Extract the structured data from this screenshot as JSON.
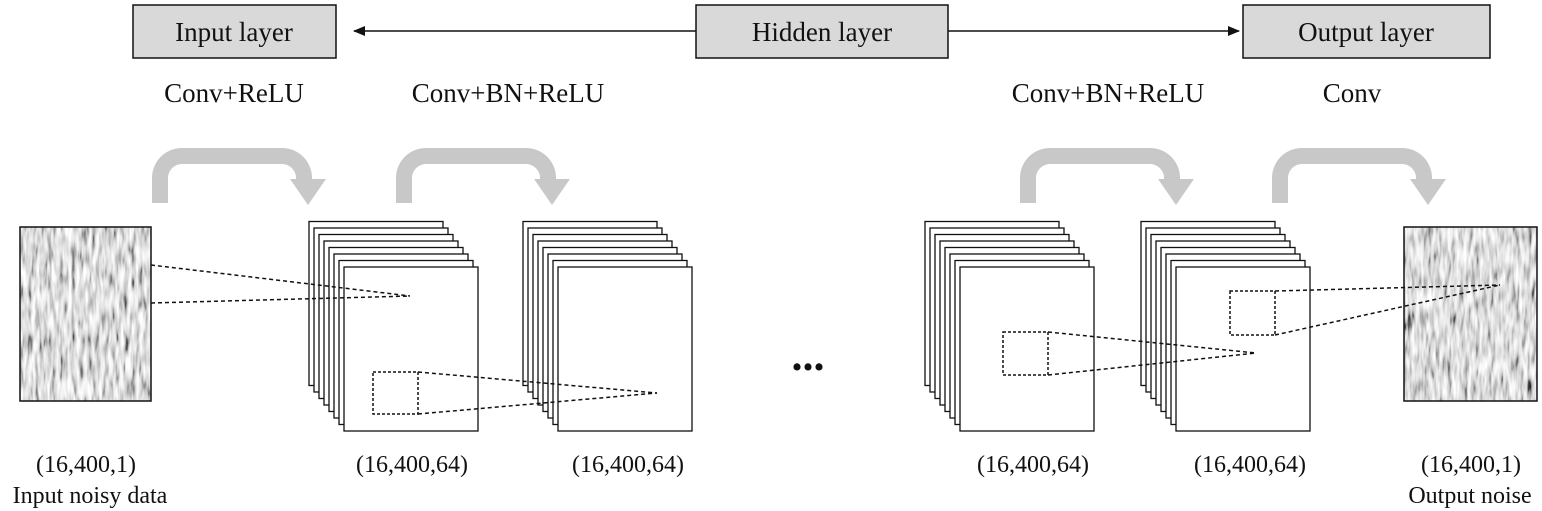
{
  "layers": {
    "input": "Input layer",
    "hidden": "Hidden layer",
    "output": "Output layer"
  },
  "operations": {
    "op1": "Conv+ReLU",
    "op2": "Conv+BN+ReLU",
    "op3": "Conv+BN+ReLU",
    "op4": "Conv"
  },
  "dimensions": {
    "input": "(16,400,1)",
    "fm1": "(16,400,64)",
    "fm2": "(16,400,64)",
    "fm3": "(16,400,64)",
    "fm4": "(16,400,64)",
    "output": "(16,400,1)"
  },
  "captions": {
    "input": "Input noisy data",
    "output": "Output noise"
  },
  "ellipsis": "...",
  "colors": {
    "layer_box_fill": "#d9d9d9",
    "curved_arrow": "#c8c8c8",
    "line": "#111111"
  }
}
